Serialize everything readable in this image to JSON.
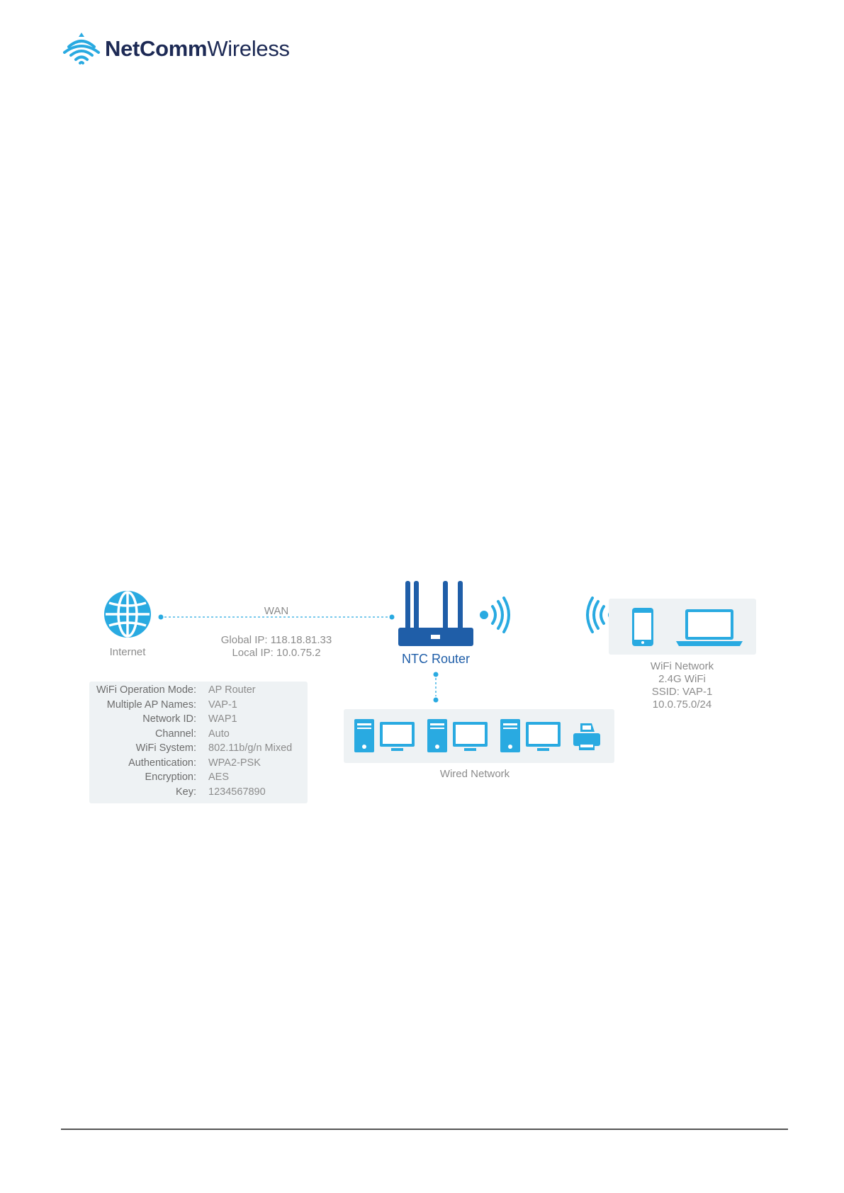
{
  "logo": {
    "brand_bold": "NetComm",
    "brand_light": "Wireless"
  },
  "diagram": {
    "internet_label": "Internet",
    "wan_label": "WAN",
    "global_ip": "Global IP: 118.18.81.33",
    "local_ip": "Local IP: 10.0.75.2",
    "router_label": "NTC Router",
    "wired_network_label": "Wired Network",
    "wifi_network": {
      "line1": "WiFi Network",
      "line2": "2.4G WiFi",
      "line3": "SSID: VAP-1",
      "line4": "10.0.75.0/24"
    },
    "settings": [
      {
        "key": "WiFi Operation Mode:",
        "value": "AP Router"
      },
      {
        "key": "Multiple AP Names:",
        "value": "VAP-1"
      },
      {
        "key": "Network ID:",
        "value": "WAP1"
      },
      {
        "key": "Channel:",
        "value": "Auto"
      },
      {
        "key": "WiFi System:",
        "value": "802.11b/g/n Mixed"
      },
      {
        "key": "Authentication:",
        "value": "WPA2-PSK"
      },
      {
        "key": "Encryption:",
        "value": "AES"
      },
      {
        "key": "Key:",
        "value": "1234567890"
      }
    ],
    "colors": {
      "accent": "#29aae1",
      "router": "#1f5ea8",
      "panel": "#eef2f4",
      "brand": "#1d2a55"
    }
  }
}
